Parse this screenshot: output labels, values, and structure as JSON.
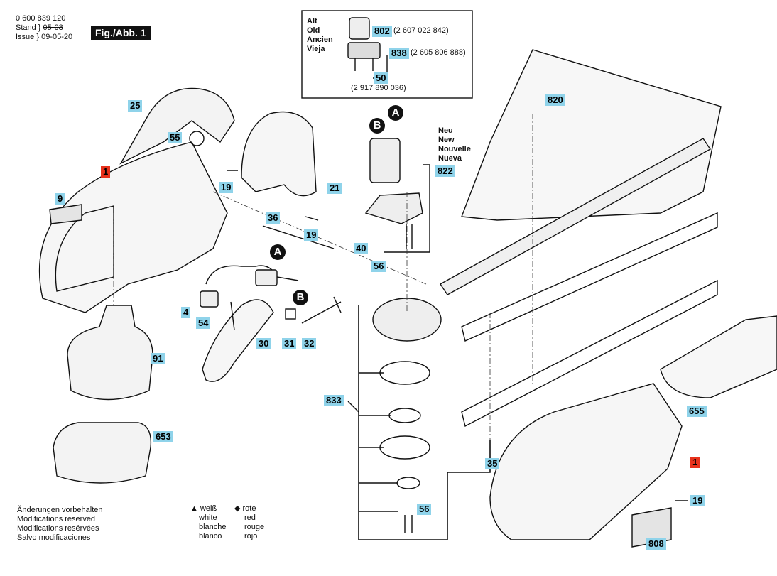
{
  "header": {
    "code": "0 600 839 120",
    "stand_label": "Stand",
    "stand_old": "05-03",
    "issue_label": "Issue",
    "issue_date": "09-05-20",
    "figure": "Fig./Abb. 1"
  },
  "inset": {
    "title_lines": [
      "Alt",
      "Old",
      "Ancien",
      "Vieja"
    ],
    "parts": [
      {
        "ref": "802",
        "number": "(2 607 022 842)"
      },
      {
        "ref": "838",
        "number": "(2 605 806 888)"
      },
      {
        "ref": "50",
        "number": "(2 917 890 036)"
      }
    ]
  },
  "new_label_lines": [
    "Neu",
    "New",
    "Nouvelle",
    "Nueva"
  ],
  "markers": {
    "a": "A",
    "b": "B"
  },
  "tags": {
    "t1a": "1",
    "t1b": "1",
    "t4": "4",
    "t9": "9",
    "t19a": "19",
    "t19b": "19",
    "t19c": "19",
    "t21": "21",
    "t25": "25",
    "t30": "30",
    "t31": "31",
    "t32": "32",
    "t35": "35",
    "t36": "36",
    "t40": "40",
    "t54": "54",
    "t55": "55",
    "t56a": "56",
    "t56b": "56",
    "t91": "91",
    "t653": "653",
    "t655": "655",
    "t808": "808",
    "t820": "820",
    "t822": "822",
    "t833": "833"
  },
  "footer": {
    "notes": [
      "Änderungen vorbehalten",
      "Modifications reserved",
      "Modifications resérvées",
      "Salvo modificaciones"
    ],
    "legend_white": [
      "weiß",
      "white",
      "blanche",
      "blanco"
    ],
    "legend_red": [
      "rote",
      "red",
      "rouge",
      "rojo"
    ]
  },
  "colors": {
    "tag": "#8fd3ea",
    "tag_red": "#e8321c"
  }
}
